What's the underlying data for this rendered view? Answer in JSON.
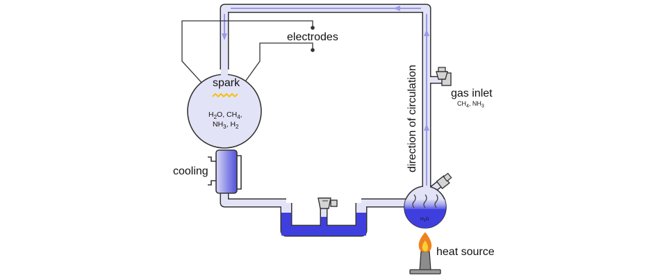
{
  "labels": {
    "electrodes": "electrodes",
    "spark": "spark",
    "gases_line1_a": "H",
    "gases_line1_b": "2",
    "gases_line1_c": "O, CH",
    "gases_line1_d": "4",
    "gases_line1_e": ",",
    "gases_line2_a": "NH",
    "gases_line2_b": "3",
    "gases_line2_c": ", H",
    "gases_line2_d": "2",
    "cooling": "cooling",
    "direction": "direction of circulation",
    "gas_inlet": "gas inlet",
    "inlet_gases_a": "CH",
    "inlet_gases_b": "4",
    "inlet_gases_c": ", NH",
    "inlet_gases_d": "3",
    "flask_water_a": "H",
    "flask_water_b": "2",
    "flask_water_c": "O",
    "heat_source": "heat source"
  },
  "colors": {
    "tube_fill": "#e3e3f7",
    "tube_outline": "#333333",
    "water": "#3f3fe0",
    "arrow": "#9a9ae8",
    "spark": "#f2c31b",
    "condenser": "#7070e0",
    "flame_outer": "#f0821e",
    "flame_inner": "#f7d23a"
  }
}
